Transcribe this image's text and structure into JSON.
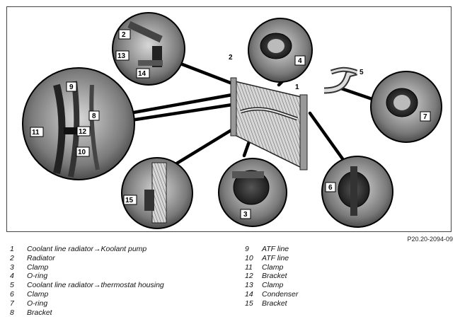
{
  "figure_code": "P20.20-2094-09",
  "callouts": {
    "c1": "1",
    "c2a": "2",
    "c2b": "2",
    "c3": "3",
    "c4": "4",
    "c5": "5",
    "c6": "6",
    "c7": "7",
    "c8": "8",
    "c9": "9",
    "c10": "10",
    "c11": "11",
    "c12": "12",
    "c13": "13",
    "c14": "14",
    "c15": "15"
  },
  "legend": {
    "left": [
      {
        "num": "1",
        "text": "Coolant line radiator→Koolant pump"
      },
      {
        "num": "2",
        "text": "Radiator"
      },
      {
        "num": "3",
        "text": "Clamp"
      },
      {
        "num": "4",
        "text": "O-ring"
      },
      {
        "num": "5",
        "text": "Coolant line radiator→thermostat housing"
      },
      {
        "num": "6",
        "text": "Clamp"
      },
      {
        "num": "7",
        "text": "O-ring"
      },
      {
        "num": "8",
        "text": "Bracket"
      }
    ],
    "right": [
      {
        "num": "9",
        "text": "ATF line"
      },
      {
        "num": "10",
        "text": "ATF line"
      },
      {
        "num": "11",
        "text": "Clamp"
      },
      {
        "num": "12",
        "text": "Bracket"
      },
      {
        "num": "13",
        "text": "Clamp"
      },
      {
        "num": "14",
        "text": "Condenser"
      },
      {
        "num": "15",
        "text": "Bracket"
      }
    ]
  }
}
